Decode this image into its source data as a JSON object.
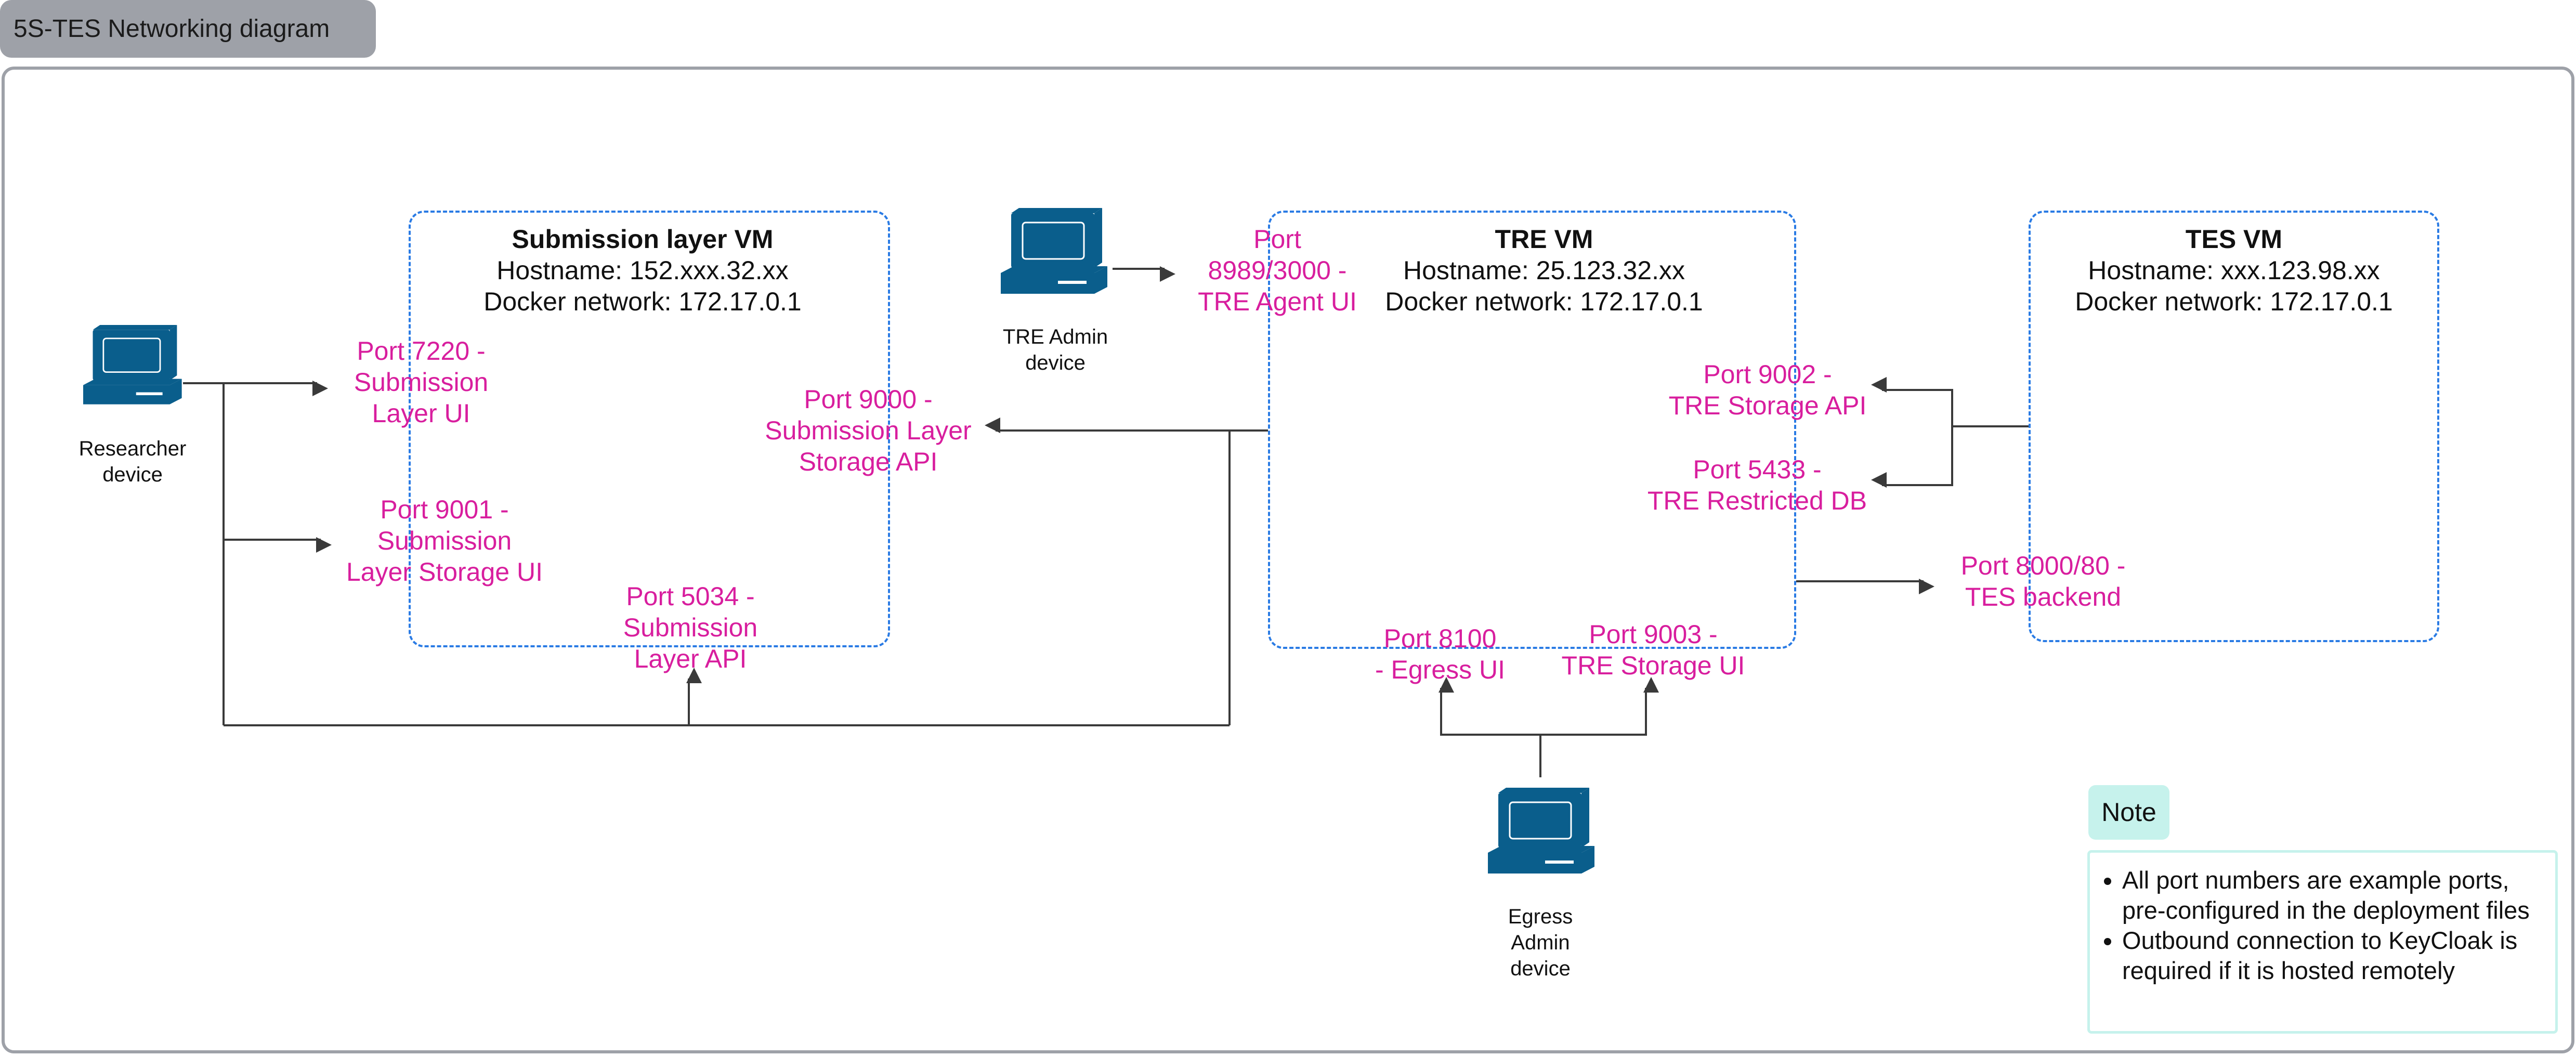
{
  "title": "5S-TES Networking diagram",
  "vms": {
    "submission": {
      "title": "Submission layer VM",
      "hostname": "Hostname: 152.xxx.32.xx",
      "docker": "Docker network: 172.17.0.1"
    },
    "tre": {
      "title": "TRE VM",
      "hostname": "Hostname: 25.123.32.xx",
      "docker": "Docker network: 172.17.0.1"
    },
    "tes": {
      "title": "TES VM",
      "hostname": "Hostname: xxx.123.98.xx",
      "docker": "Docker network: 172.17.0.1"
    }
  },
  "ports": {
    "p7220": [
      "Port 7220 -",
      "Submission",
      "Layer UI"
    ],
    "p9001": [
      "Port 9001 -",
      "Submission",
      "Layer Storage UI"
    ],
    "p5034": [
      "Port 5034 -",
      "Submission",
      "Layer API"
    ],
    "p9000": [
      "Port 9000 -",
      "Submission Layer",
      "Storage API"
    ],
    "p8989": [
      "Port",
      "8989/3000 -",
      "TRE Agent UI"
    ],
    "p9002": [
      "Port 9002 -",
      "TRE Storage API"
    ],
    "p5433": [
      "Port 5433 -",
      "TRE Restricted DB"
    ],
    "p8100": [
      "Port 8100",
      "- Egress UI"
    ],
    "p9003": [
      "Port 9003 -",
      "TRE Storage UI"
    ],
    "p8000": [
      "Port 8000/80 -",
      "TES backend"
    ]
  },
  "devices": {
    "researcher": [
      "Researcher",
      "device"
    ],
    "tre_admin": [
      "TRE Admin",
      "device"
    ],
    "egress_admin": [
      "Egress",
      "Admin",
      "device"
    ]
  },
  "note": {
    "label": "Note",
    "items": [
      "All port numbers are example ports, pre-configured in the deployment files",
      "Outbound connection to KeyCloak is required if it is hosted remotely"
    ]
  },
  "colors": {
    "vm_border": "#2a7be4",
    "port_text": "#d81e9e",
    "device": "#0a5e8c",
    "title_tab": "#9ea1a8",
    "note": "#c6f2ec"
  }
}
